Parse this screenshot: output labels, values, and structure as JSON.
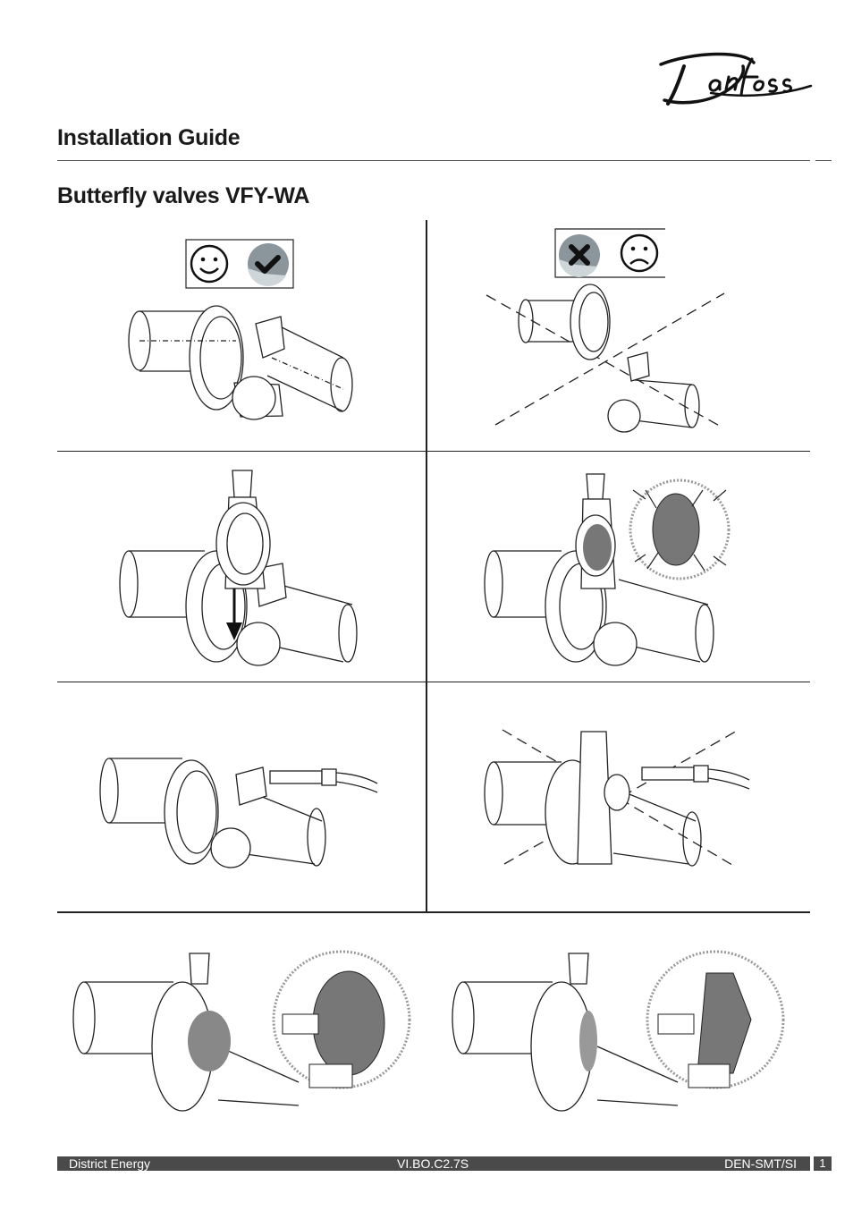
{
  "header": {
    "brand": "Danfoss",
    "doc_type": "Installation Guide"
  },
  "product": {
    "title": "Butterfly valves VFY-WA"
  },
  "icons": {
    "correct": [
      "smile-face-icon",
      "checkmark-icon"
    ],
    "incorrect": [
      "cross-mark-icon",
      "sad-face-icon"
    ]
  },
  "footer": {
    "left": "District Energy",
    "center": "VI.BO.C2.7S",
    "right": "DEN-SMT/SI",
    "page": "1"
  }
}
